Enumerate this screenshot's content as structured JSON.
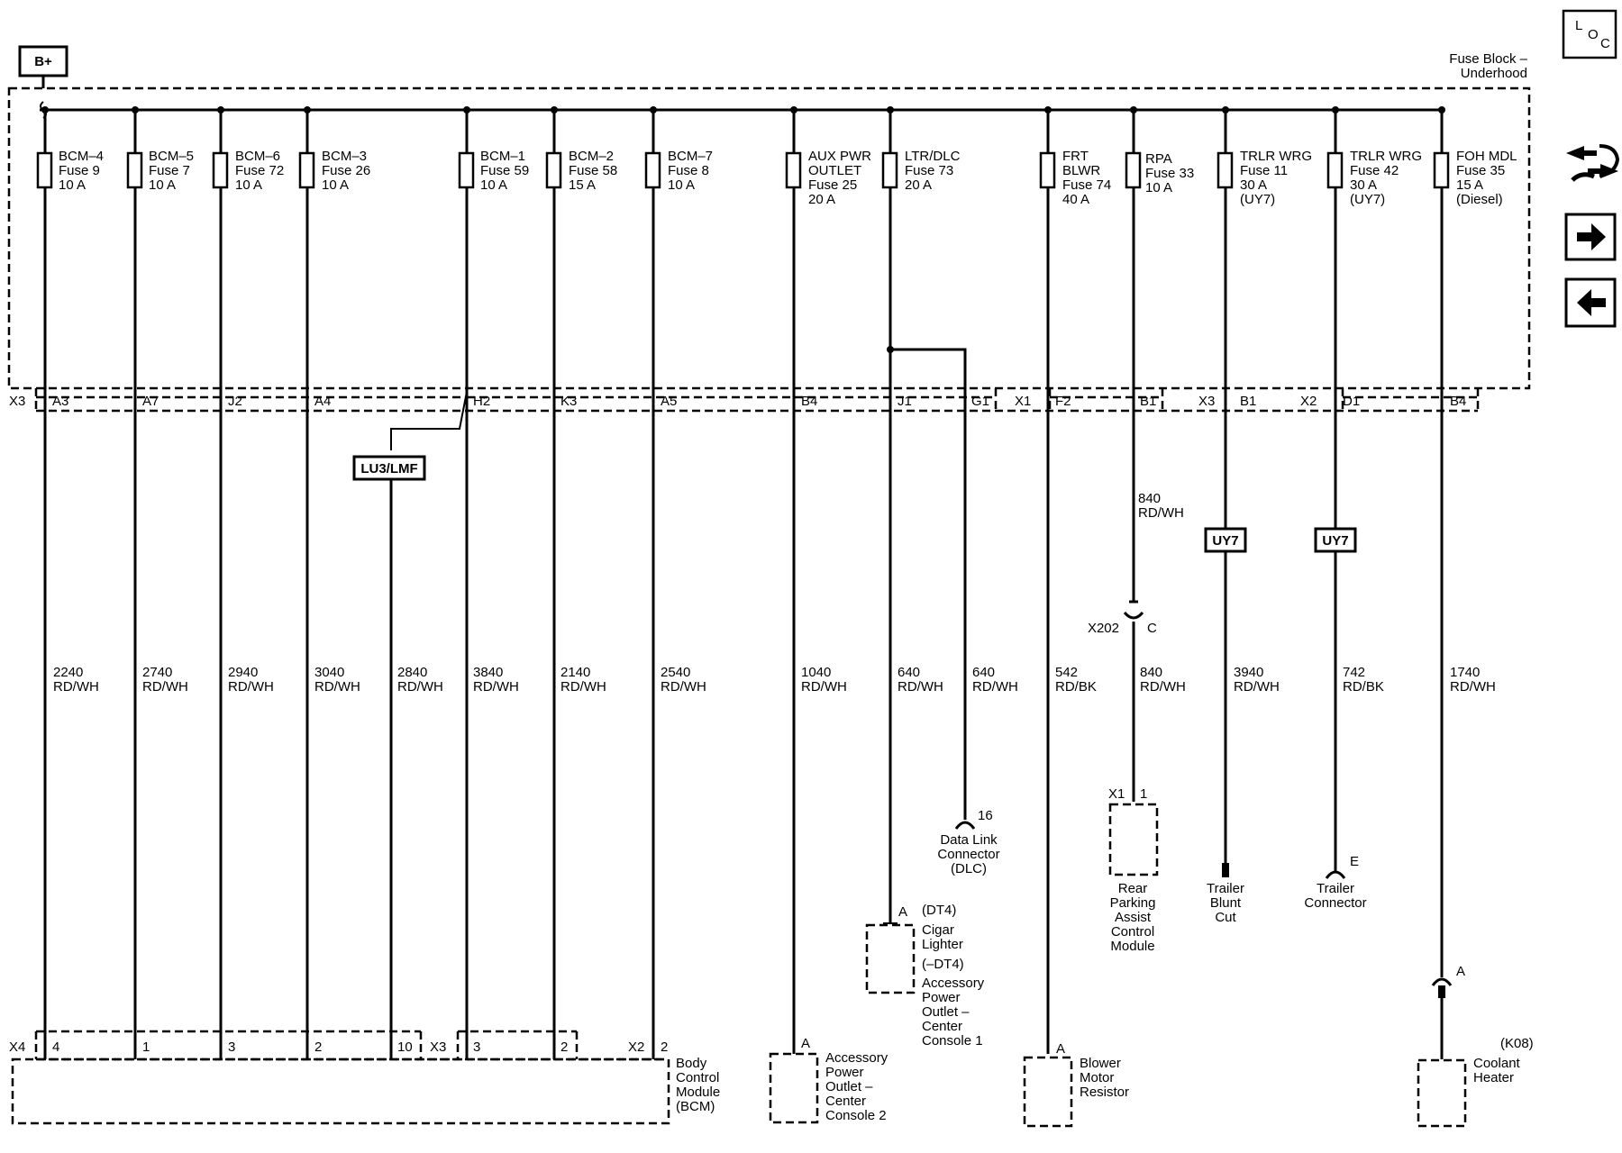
{
  "battery": "B+",
  "fuse_block": {
    "line1": "Fuse Block –",
    "line2": "Underhood"
  },
  "nav": {
    "loc": [
      "L",
      "O",
      "C"
    ],
    "icons": [
      "wiring-icon",
      "next-arrow-icon",
      "prev-arrow-icon"
    ]
  },
  "header_connectors": {
    "x3": "X3",
    "x1": "X1",
    "x3b": "X3",
    "x2": "X2"
  },
  "circuits": [
    {
      "fuse": [
        "BCM–4",
        "Fuse 9",
        "10 A"
      ],
      "pin": "A3",
      "wire": [
        "2240",
        "RD/WH"
      ],
      "bcm_pin": "4"
    },
    {
      "fuse": [
        "BCM–5",
        "Fuse 7",
        "10 A"
      ],
      "pin": "A7",
      "wire": [
        "2740",
        "RD/WH"
      ],
      "bcm_pin": "1"
    },
    {
      "fuse": [
        "BCM–6",
        "Fuse 72",
        "10 A"
      ],
      "pin": "J2",
      "wire": [
        "2940",
        "RD/WH"
      ],
      "bcm_pin": "3"
    },
    {
      "fuse": [
        "BCM–3",
        "Fuse 26",
        "10 A"
      ],
      "pin": "A4",
      "wire": [
        "3040",
        "RD/WH"
      ],
      "bcm_pin": "2"
    },
    {
      "option": "LU3/LMF",
      "wire": [
        "2840",
        "RD/WH"
      ],
      "bcm_pin": "10"
    },
    {
      "fuse": [
        "BCM–1",
        "Fuse 59",
        "10 A"
      ],
      "pin": "H2",
      "wire": [
        "3840",
        "RD/WH"
      ],
      "bcm_pin": "3"
    },
    {
      "fuse": [
        "BCM–2",
        "Fuse 58",
        "15 A"
      ],
      "pin": "K3",
      "wire": [
        "2140",
        "RD/WH"
      ],
      "bcm_pin": "2"
    },
    {
      "fuse": [
        "BCM–7",
        "Fuse 8",
        "10 A"
      ],
      "pin": "A5",
      "wire": [
        "2540",
        "RD/WH"
      ],
      "bcm_pin": "2"
    },
    {
      "fuse": [
        "AUX PWR",
        "OUTLET",
        "Fuse 25",
        "20 A"
      ],
      "pin": "B4",
      "wire": [
        "1040",
        "RD/WH"
      ],
      "end_pin": "A"
    },
    {
      "fuse": [
        "LTR/DLC",
        "Fuse 73",
        "20 A"
      ],
      "pin": "J1",
      "wire": [
        "640",
        "RD/WH"
      ],
      "end_pin": "A"
    },
    {
      "pin": "G1",
      "wire": [
        "640",
        "RD/WH"
      ],
      "end_pin": "16"
    },
    {
      "fuse": [
        "FRT",
        "BLWR",
        "Fuse 74",
        "40 A"
      ],
      "pin": "F2",
      "wire": [
        "542",
        "RD/BK"
      ],
      "end_pin": "A"
    },
    {
      "fuse": [
        "RPA",
        "Fuse 33",
        "10 A"
      ],
      "pin": "B1",
      "wire_top": [
        "840",
        "RD/WH"
      ],
      "splice": "X202",
      "splice_pin": "C",
      "wire": [
        "840",
        "RD/WH"
      ],
      "end_conn": "X1",
      "end_pin": "1"
    },
    {
      "fuse": [
        "TRLR WRG",
        "Fuse 11",
        "30 A",
        "(UY7)"
      ],
      "pin": "B1",
      "option": "UY7",
      "wire": [
        "3940",
        "RD/WH"
      ]
    },
    {
      "fuse": [
        "TRLR WRG",
        "Fuse 42",
        "30 A",
        "(UY7)"
      ],
      "pin": "D1",
      "option": "UY7",
      "wire": [
        "742",
        "RD/BK"
      ],
      "end_pin": "E"
    },
    {
      "fuse": [
        "FOH MDL",
        "Fuse 35",
        "15 A",
        "(Diesel)"
      ],
      "pin": "B4",
      "wire": [
        "1740",
        "RD/WH"
      ],
      "end_pin": "A"
    }
  ],
  "bcm": {
    "conn_x4": "X4",
    "conn_x3": "X3",
    "conn_x2": "X2",
    "name": [
      "Body",
      "Control",
      "Module",
      "(BCM)"
    ]
  },
  "components": {
    "dlc": [
      "Data Link",
      "Connector",
      "(DLC)"
    ],
    "cigar": {
      "opt1": "(DT4)",
      "name1": [
        "Cigar",
        "Lighter"
      ],
      "opt2": "(–DT4)",
      "name2": [
        "Accessory",
        "Power",
        "Outlet –",
        "Center",
        "Console 1"
      ]
    },
    "aux2": [
      "Accessory",
      "Power",
      "Outlet –",
      "Center",
      "Console 2"
    ],
    "blower": [
      "Blower",
      "Motor",
      "Resistor"
    ],
    "rpa": [
      "Rear",
      "Parking",
      "Assist",
      "Control",
      "Module"
    ],
    "trailer_blunt": [
      "Trailer",
      "Blunt",
      "Cut"
    ],
    "trailer_conn": [
      "Trailer",
      "Connector"
    ],
    "coolant": {
      "code": "(K08)",
      "name": [
        "Coolant",
        "Heater"
      ]
    }
  }
}
